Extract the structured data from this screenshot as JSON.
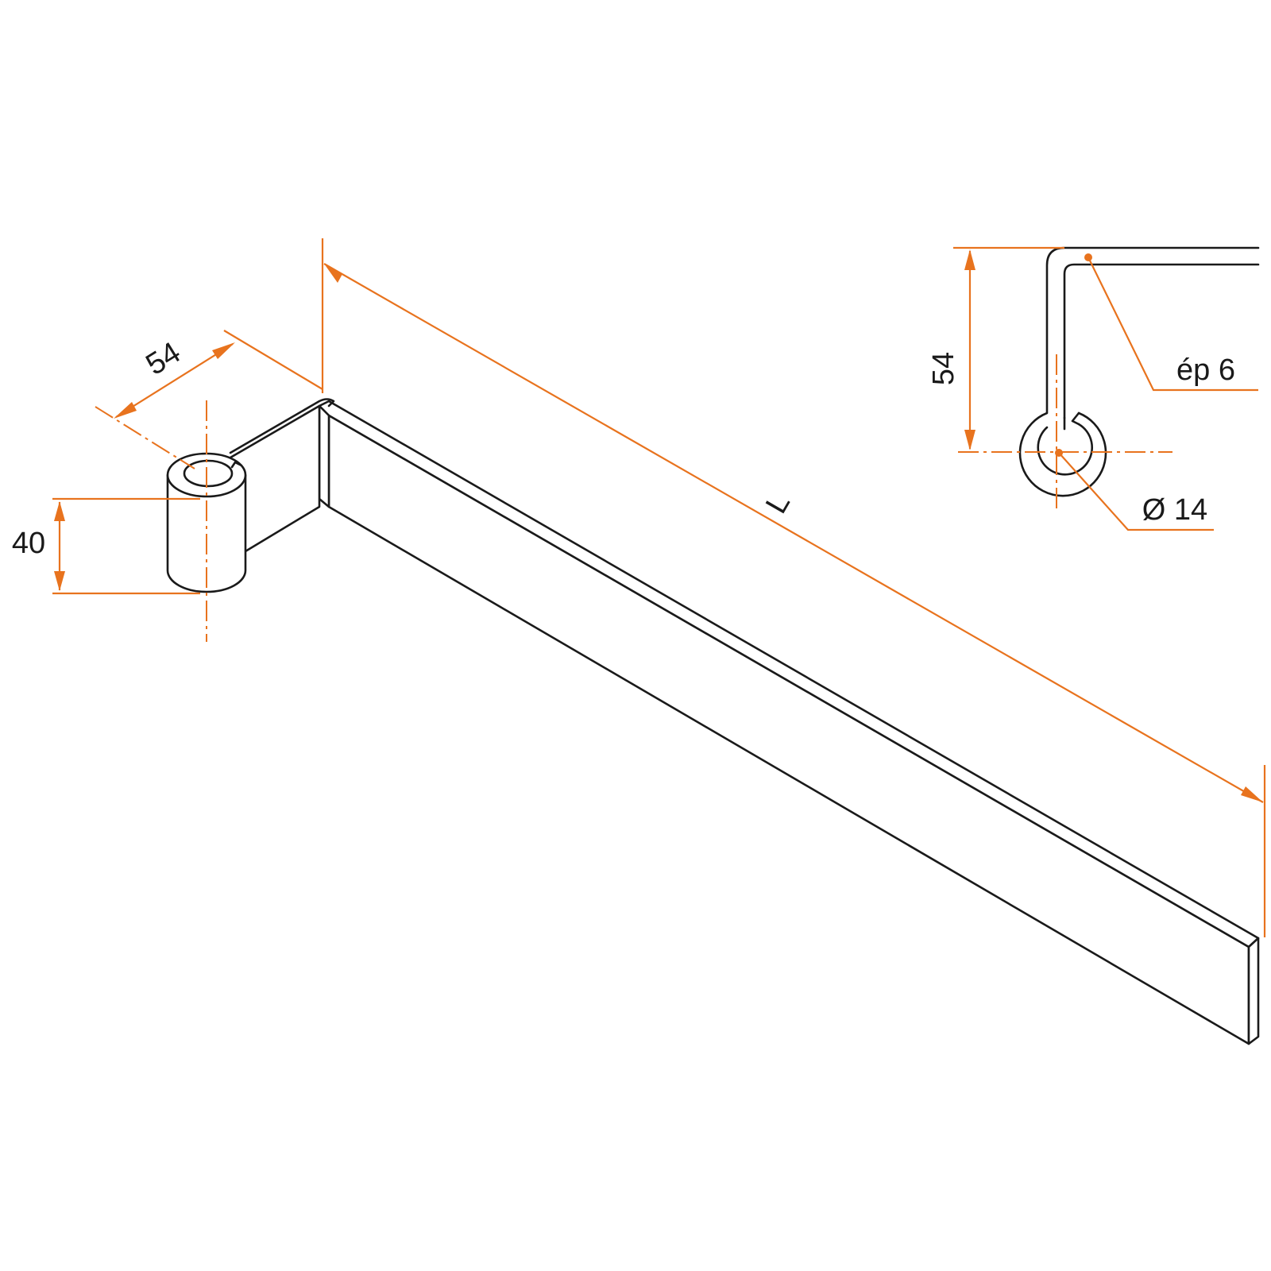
{
  "dimensions": {
    "arm_offset": "54",
    "knuckle_height": "40",
    "length": "L",
    "detail_offset": "54",
    "thickness": "ép 6",
    "diameter": "Ø 14"
  },
  "colors": {
    "dimension": "#e8731e",
    "outline": "#1a1a1a",
    "background": "#ffffff"
  }
}
